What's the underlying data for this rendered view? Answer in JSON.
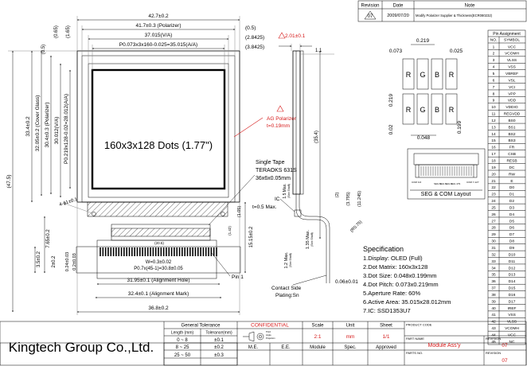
{
  "revision_table": {
    "headers": [
      "Revision",
      "Date",
      "Note"
    ],
    "rows": [
      [
        "07",
        "2009/07/20",
        "Modify Polarizer Supplier & Thickness(ECR080232)"
      ]
    ]
  },
  "pin_table": {
    "title": "Pin Assignment",
    "headers": [
      "NO.",
      "SYMBOL"
    ],
    "rows": [
      [
        "1",
        "VCC"
      ],
      [
        "2",
        "VCOMH"
      ],
      [
        "3",
        "VLSS"
      ],
      [
        "4",
        "VSS"
      ],
      [
        "5",
        "VBREF"
      ],
      [
        "6",
        "VSL"
      ],
      [
        "7",
        "VCI"
      ],
      [
        "8",
        "VPP"
      ],
      [
        "9",
        "VDD"
      ],
      [
        "10",
        "VDDIO"
      ],
      [
        "11",
        "REGVDD"
      ],
      [
        "12",
        "BS0"
      ],
      [
        "13",
        "BS1"
      ],
      [
        "14",
        "BS2"
      ],
      [
        "15",
        "BS3"
      ],
      [
        "16",
        "FR"
      ],
      [
        "17",
        "CSB"
      ],
      [
        "18",
        "RESB"
      ],
      [
        "19",
        "DC"
      ],
      [
        "20",
        "RW"
      ],
      [
        "21",
        "E"
      ],
      [
        "22",
        "D0"
      ],
      [
        "23",
        "D1"
      ],
      [
        "24",
        "D2"
      ],
      [
        "25",
        "D3"
      ],
      [
        "26",
        "D4"
      ],
      [
        "27",
        "D5"
      ],
      [
        "28",
        "D6"
      ],
      [
        "29",
        "D7"
      ],
      [
        "30",
        "D8"
      ],
      [
        "31",
        "D9"
      ],
      [
        "32",
        "D10"
      ],
      [
        "33",
        "D11"
      ],
      [
        "34",
        "D12"
      ],
      [
        "35",
        "D13"
      ],
      [
        "36",
        "D14"
      ],
      [
        "37",
        "D15"
      ],
      [
        "38",
        "D16"
      ],
      [
        "39",
        "D17"
      ],
      [
        "40",
        "IREF"
      ],
      [
        "41",
        "VSS"
      ],
      [
        "42",
        "VLSS"
      ],
      [
        "43",
        "VCOMH"
      ],
      [
        "44",
        "VCC"
      ],
      [
        "45",
        "NC"
      ]
    ]
  },
  "drawing": {
    "width_overall": "42.7±0.2",
    "width_polarizer": "41.7±0.3 (Polarizer)",
    "width_va": "37.015(V/A)",
    "width_aa": "P0.073x3x160-0.025=35.015(A/A)",
    "right_05": "(0.5)",
    "right_28425": "(2.8425)",
    "right_38425": "(3.8425)",
    "left_05": "(0.5)",
    "left_065": "(0.65)",
    "left_165": "(1.65)",
    "height_475": "(47.5)",
    "height_334": "33.4±0.2",
    "height_cover": "32.05±0.2 (Cover Glass)",
    "height_pol": "30.4±0.3 (Polarizer)",
    "height_va": "30.012(V/A)",
    "height_aa": "P0.219x128-0.02=28.012(A/A)",
    "display_label": "160x3x128 Dots (1.77\")",
    "ag_polarizer": "AG Polarizer",
    "ag_thickness": "t=0.19mm",
    "tape_title": "Single Tape",
    "tape_model": "TERAOKS 631S",
    "tape_size": "36x6x0.05mm",
    "hole_label": "4-ϕ1±0.1",
    "dim_205": "(20.5)",
    "dim_105": "(1.05)",
    "dim_142": "(1.42)",
    "dim_1515": "15.15±0.2",
    "dim_765": "7.65±0.2",
    "dim_35": "3.5±0.2",
    "dim_2": "2±0.2",
    "dim_024": "0.24±0.03",
    "dim_02": "0.2±0.03",
    "width_w": "W=0.3±0.02",
    "pitch": "P0.7x(45-1)=30.8±0.05",
    "align_hole": "31.95±0.1 (Alignment Hole)",
    "align_mark": "32.4±0.1 (Alignment Mark)",
    "bottom_width": "36.8±0.2",
    "pin1": "Pin 1",
    "side_thick": "2.01±0.1",
    "side_11": "1.1",
    "side_354": "(35.4)",
    "side_15max": "1.5 Max.",
    "side_15max_sub": "(See Shaft)",
    "ic_label": "IC",
    "ic_thick": "t=0.5 Max.",
    "side_135max": "1.35 Max.",
    "side_135max_sub": "(See Shaft)",
    "side_12max": "1.2 Max.",
    "side_12max_sub": "(See Shaft)",
    "side_2": "(2)",
    "side_3795": "(3.795)",
    "side_11245": "(11.245)",
    "side_r075": "(R0.75)",
    "contact_side": "Contact Side",
    "plating": "Plating:Sn",
    "fpc_thick": "0.06±0.01",
    "pix_219": "0.219",
    "pix_073": "0.073",
    "pix_025": "0.025",
    "pix_0219v": "0.219",
    "pix_002": "0.02",
    "pix_0199": "0.199",
    "pix_0048": "0.048",
    "pix_letters": [
      "R",
      "G",
      "B",
      "R"
    ],
    "seg_com_layout": "SEG & COM Layout",
    "seg_small": [
      "COM 0-6",
      "SEG 0",
      "SEG 1",
      "SEG 2",
      "SEG 479",
      "COM 7-127"
    ]
  },
  "spec": {
    "title": "Specification",
    "lines": [
      "1.Display: OLED (Full)",
      "2.Dot Matrix: 160x3x128",
      "3.Dot Size: 0.048x0.199mm",
      "4.Dot Pitch: 0.073x0.219mm",
      "5.Aperture Rate: 60%",
      "6.Active Area: 35.015x28.012mm",
      "7.IC: SSD1353U7"
    ]
  },
  "title_block": {
    "company": "Kingtech Group Co.,Ltd.",
    "general_tolerance": "General Tolerance",
    "length_hdr": "Length (mm)",
    "tol_hdr": "Tolerance(mm)",
    "tol_rows": [
      [
        "0 ~ 8",
        "±0.1"
      ],
      [
        "8 ~ 25",
        "±0.2"
      ],
      [
        "25 ~ 50",
        "±0.3"
      ]
    ],
    "confidential": "CONFIDENTIAL",
    "scale_hdr": "Scale",
    "scale_val": "2:1",
    "unit_hdr": "Unit",
    "unit_val": "mm",
    "sheet_hdr": "Sheet",
    "sheet_val": "1/1",
    "me": "M.E.",
    "ee": "E.E.",
    "module": "Module",
    "spec_col": "Spec.",
    "approved": "Approved",
    "product_code": "PRODUCT CODE",
    "part_name_hdr": "PART NAME",
    "part_name_val": "Module Ass'y",
    "revision_hdr": "REVISION",
    "revision_val": "07",
    "parts_no_hdr": "PARTS NO.",
    "revision_hdr2": "REVISION",
    "revision_val2": "07",
    "proj_small": [
      "Third",
      "Angle",
      "Projection"
    ]
  },
  "colors": {
    "accent_red": "#d61a1a"
  }
}
